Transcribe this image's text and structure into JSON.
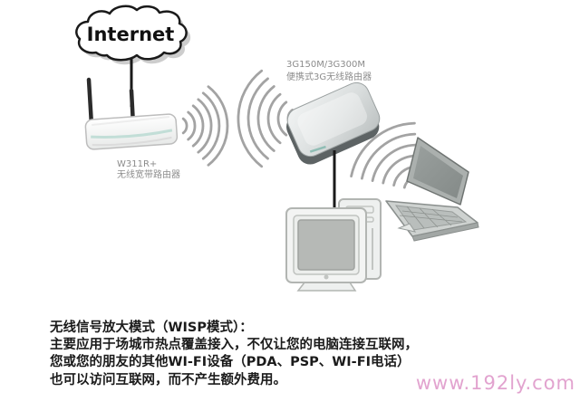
{
  "internet": {
    "label": "Internet"
  },
  "devices": {
    "router": {
      "model": "W311R+",
      "type_label": "无线宽带路由器"
    },
    "router_3g": {
      "model": "3G150M/3G300M",
      "type_label": "便携式3G无线路由器"
    }
  },
  "description": {
    "line1": "无线信号放大模式（WISP模式）：",
    "line2": "主要应用于场城市热点覆盖接入，不仅让您的电脑连接互联网，",
    "line3": "您或您的朋友的其他WI-FI设备（PDA、PSP、WI-FI电话）",
    "line4": "也可以访问互联网，而不产生额外费用。"
  },
  "watermark": {
    "text": "www.192ly.com",
    "color": "#e2a3cf"
  },
  "colors": {
    "background": "#ffffff",
    "text": "#1b1b1b",
    "device_label_gray": "#8c8c8c",
    "wave_gray": "#a3a3a3",
    "link_line": "#1a1a1a",
    "watermark_pink": "#e2a3cf"
  }
}
